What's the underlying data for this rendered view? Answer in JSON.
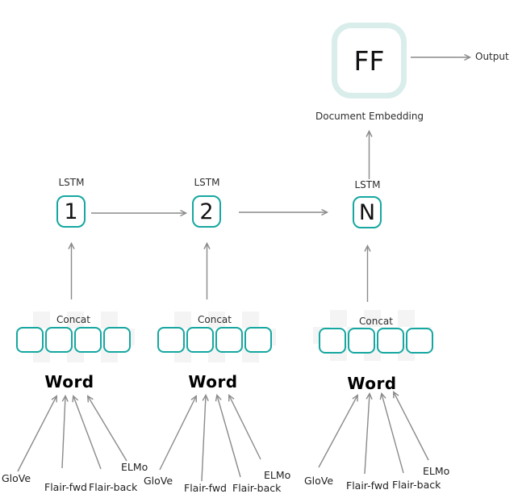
{
  "ff": {
    "label": "FF"
  },
  "output": {
    "label": "Output"
  },
  "document_embedding": {
    "label": "Document Embedding"
  },
  "columns": [
    {
      "lstm_label": "LSTM",
      "cell": "1",
      "concat_label": "Concat",
      "word_label": "Word",
      "embeddings": [
        "GloVe",
        "Flair-fwd",
        "Flair-back",
        "ELMo"
      ]
    },
    {
      "lstm_label": "LSTM",
      "cell": "2",
      "concat_label": "Concat",
      "word_label": "Word",
      "embeddings": [
        "GloVe",
        "Flair-fwd",
        "Flair-back",
        "ELMo"
      ]
    },
    {
      "lstm_label": "LSTM",
      "cell": "N",
      "concat_label": "Concat",
      "word_label": "Word",
      "embeddings": [
        "GloVe",
        "Flair-fwd",
        "Flair-back",
        "ELMo"
      ]
    }
  ],
  "colors": {
    "teal": "#16a7a1",
    "pale_teal": "#d9edeb",
    "arrow_gray": "#8a8a8a",
    "checker_gray": "#f4f4f4",
    "text_dark": "#2e2e2e"
  }
}
